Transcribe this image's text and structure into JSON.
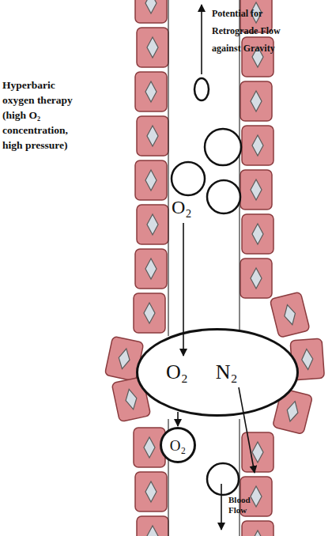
{
  "diagram": {
    "nodes": [
      {
        "text": [
          "O₂",
          "N₂"
        ]
      },
      {
        "text": [
          "O₂"
        ]
      }
    ],
    "edges": [
      {
        "from": 0,
        "to": 1,
        "arrow": "to"
      }
    ],
    "labels": [
      "Potential for Retrograde Flow against Gravity",
      "Hyperbaric oxygen therapy (high O₂ concentration, high pressure)",
      "O₂",
      "Blood Flow"
    ]
  }
}
